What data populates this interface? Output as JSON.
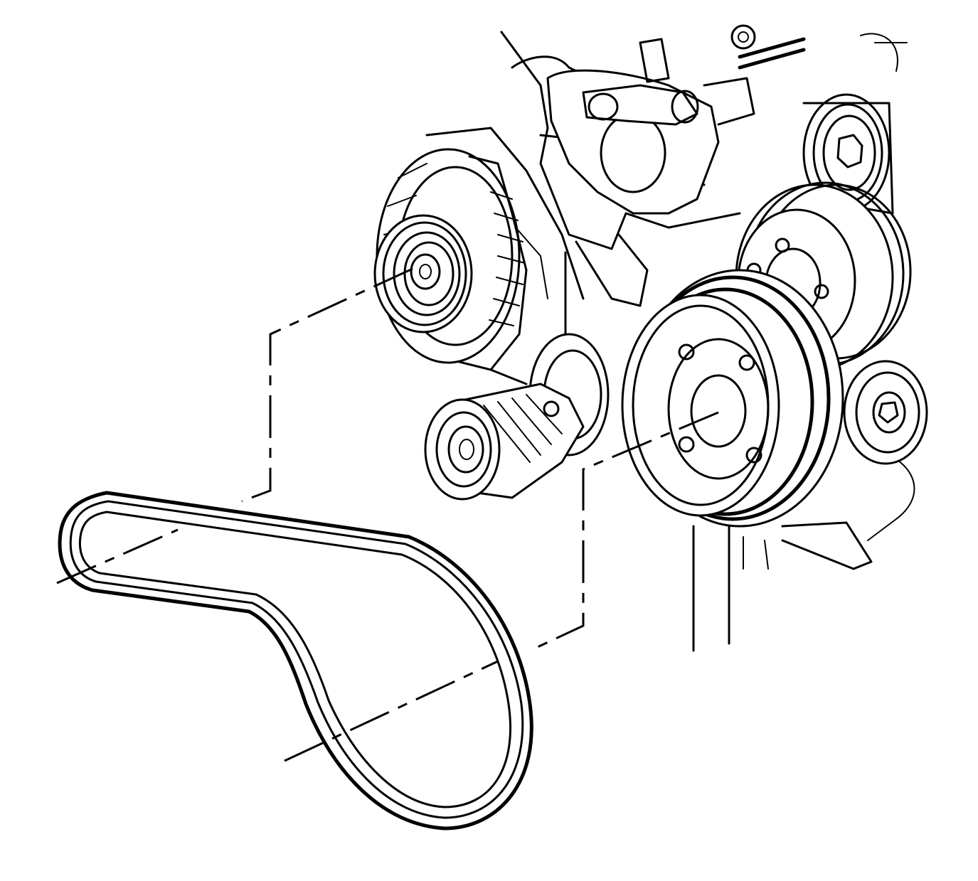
{
  "figure": {
    "kind": "line-illustration",
    "style": "black line art on white",
    "components": [
      "alternator",
      "belt-tensioner",
      "crankshaft-balancer",
      "water-pump",
      "idler-pulley",
      "serpentine-belt"
    ]
  },
  "colors": {
    "ink": "#000000",
    "paper": "#ffffff"
  }
}
